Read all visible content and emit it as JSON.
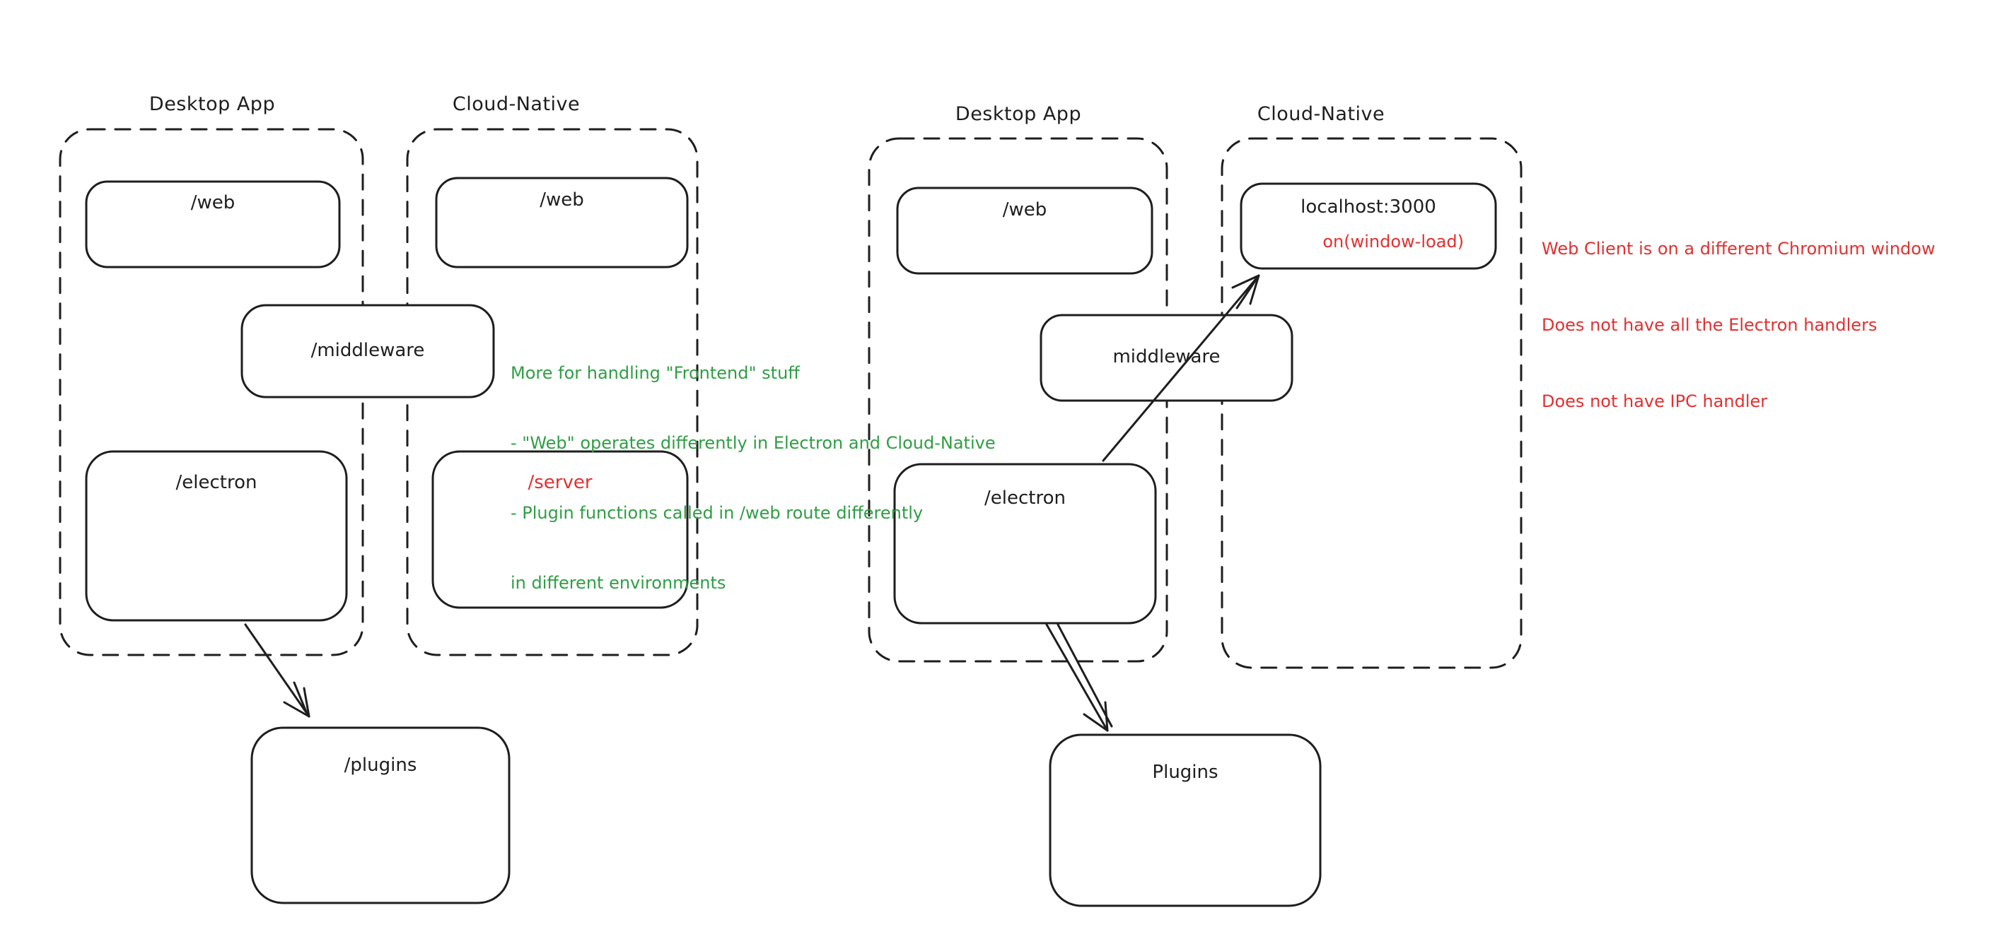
{
  "colors": {
    "stroke": "#1e1e1e",
    "red": "#e03131",
    "green": "#2f9e44",
    "background": "#ffffff"
  },
  "left_diagram": {
    "desktop_app": {
      "title": "Desktop App",
      "web_label": "/web",
      "electron_label": "/electron"
    },
    "cloud_native": {
      "title": "Cloud-Native",
      "web_label": "/web",
      "server_label": "/server"
    },
    "middleware_label": "/middleware",
    "plugins_label": "/plugins",
    "annotation": {
      "color": "#2f9e44",
      "lines": [
        "More for handling \"Frontend\" stuff",
        "- \"Web\" operates differently in Electron and Cloud-Native",
        "- Plugin functions called in /web route differently",
        "in different environments"
      ]
    }
  },
  "right_diagram": {
    "desktop_app": {
      "title": "Desktop App",
      "web_label": "/web",
      "electron_label": "/electron"
    },
    "cloud_native": {
      "title": "Cloud-Native",
      "localhost_label": "localhost:3000",
      "window_load_label": "on(window-load)"
    },
    "middleware_label": "middleware",
    "plugins_label": "Plugins",
    "annotation": {
      "color": "#e03131",
      "lines": [
        "Web Client is on a different Chromium window",
        "Does not have all the Electron handlers",
        "Does not have IPC handler"
      ]
    }
  }
}
